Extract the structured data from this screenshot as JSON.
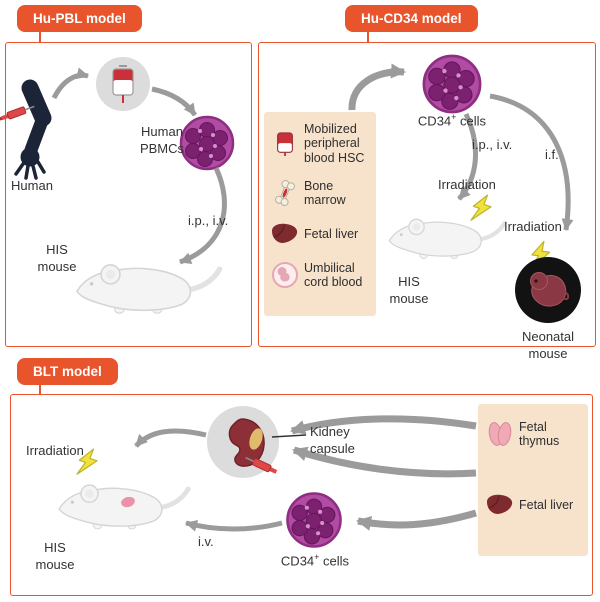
{
  "colors": {
    "accent_orange": "#E8542C",
    "panel_border": "#E8542C",
    "source_box_bg": "#F7E3CC",
    "cell_purple": "#B14BA3",
    "cell_nucleus_purple": "#7C2070",
    "arrow_gray": "#9B9B9B",
    "lightning_yellow": "#EFE23B",
    "mouse_gray": "#F4F4F4",
    "blood_red": "#C9303A",
    "liver_dark_red": "#7E2A2E",
    "arm_dark": "#1C2438"
  },
  "panel_hu_pbl": {
    "title": "Hu-PBL model",
    "labels": {
      "human": "Human",
      "pbmcs": "Human PBMCs",
      "route": "i.p., i.v.",
      "mouse": "HIS mouse"
    },
    "icons": [
      "human-arm-icon",
      "syringe-icon",
      "blood-bag-icon",
      "pbmc-cells-icon",
      "his-mouse-icon"
    ]
  },
  "panel_hu_cd34": {
    "title": "Hu-CD34 model",
    "sources": [
      {
        "label": "Mobilized peripheral blood HSC",
        "icon": "blood-hsc-icon"
      },
      {
        "label": "Bone marrow",
        "icon": "bone-marrow-icon"
      },
      {
        "label": "Fetal liver",
        "icon": "fetal-liver-icon"
      },
      {
        "label": "Umbilical cord blood",
        "icon": "umbilical-cord-blood-icon"
      }
    ],
    "labels": {
      "cells_base": "CD34",
      "cells_sup": "+",
      "cells_rest": " cells",
      "route_ip_iv": "i.p., i.v.",
      "route_if": "i.f.",
      "irradiation_his": "Irradiation",
      "irradiation_neonatal": "Irradiation",
      "his_mouse": "HIS mouse",
      "neonatal_mouse": "Neonatal mouse"
    },
    "icons": [
      "cd34-cells-icon",
      "his-mouse-icon",
      "neonatal-mouse-icon",
      "lightning-bolt-icon"
    ]
  },
  "panel_blt": {
    "title": "BLT model",
    "sources": [
      {
        "label": "Fetal thymus",
        "icon": "fetal-thymus-icon"
      },
      {
        "label": "Fetal liver",
        "icon": "fetal-liver-icon"
      }
    ],
    "labels": {
      "kidney_capsule": "Kidney capsule",
      "irradiation": "Irradiation",
      "his_mouse": "HIS mouse",
      "route_iv": "i.v.",
      "cells_base": "CD34",
      "cells_sup": "+",
      "cells_rest": " cells"
    },
    "icons": [
      "kidney-icon",
      "syringe-icon",
      "cd34-cells-icon",
      "his-mouse-icon",
      "lightning-bolt-icon"
    ]
  }
}
